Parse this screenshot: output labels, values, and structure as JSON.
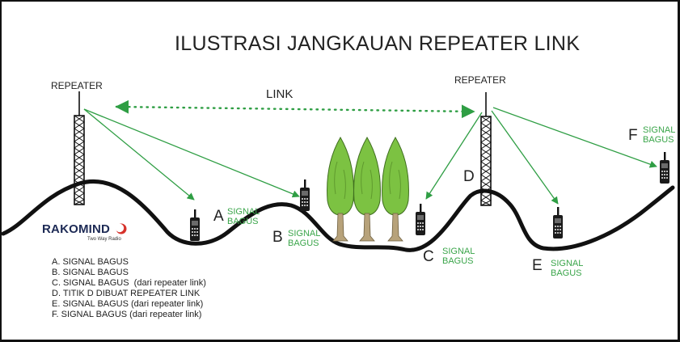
{
  "title": "ILUSTRASI JANGKAUAN REPEATER LINK",
  "repeaters": [
    {
      "label": "REPEATER"
    },
    {
      "label": "REPEATER"
    }
  ],
  "link_label": "LINK",
  "points": {
    "A": {
      "letter": "A",
      "signal_line1": "SIGNAL",
      "signal_line2": "BAGUS"
    },
    "B": {
      "letter": "B",
      "signal_line1": "SIGNAL",
      "signal_line2": "BAGUS"
    },
    "C": {
      "letter": "C",
      "signal_line1": "SIGNAL",
      "signal_line2": "BAGUS"
    },
    "D": {
      "letter": "D"
    },
    "E": {
      "letter": "E",
      "signal_line1": "SIGNAL",
      "signal_line2": "BAGUS"
    },
    "F": {
      "letter": "F",
      "signal_line1": "SIGNAL",
      "signal_line2": "BAGUS"
    }
  },
  "brand": {
    "name": "RAKOMIND",
    "tagline": "Two Way Radio"
  },
  "legend": [
    "A. SIGNAL BAGUS",
    "B. SIGNAL BAGUS",
    "C. SIGNAL BAGUS  (dari repeater link)",
    "D. TITIK D DIBUAT REPEATER LINK",
    "E. SIGNAL BAGUS (dari repeater link)",
    "F. SIGNAL BAGUS (dari repeater link)"
  ],
  "colors": {
    "signal_green": "#3aa54a",
    "arrow_green": "#2f9e44",
    "terrain": "#111111",
    "tree_green": "#7cc242",
    "tree_trunk": "#b7a27a",
    "brand_navy": "#1d2a55",
    "brand_accent": "#d6322b"
  }
}
